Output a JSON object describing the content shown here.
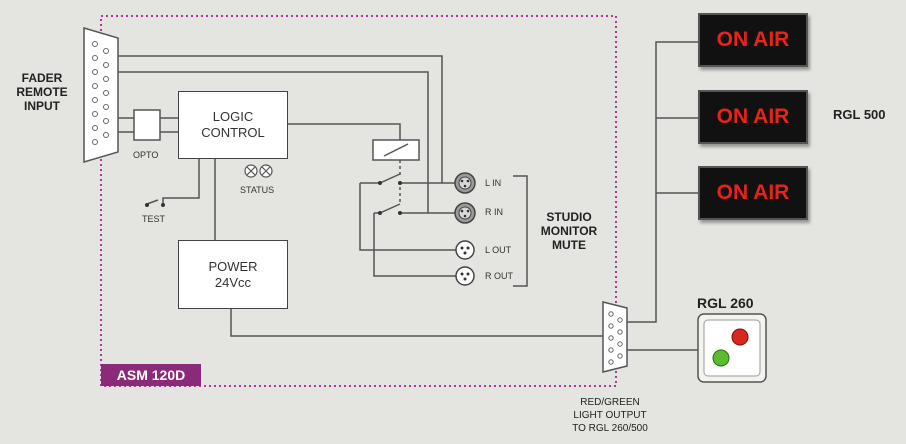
{
  "fader_input": {
    "line1": "FADER",
    "line2": "REMOTE",
    "line3": "INPUT"
  },
  "opto_label": "OPTO",
  "test_label": "TEST",
  "logic_control": {
    "line1": "LOGIC",
    "line2": "CONTROL"
  },
  "status_label": "STATUS",
  "power": {
    "line1": "POWER",
    "line2": "24Vcc"
  },
  "io_labels": {
    "l_in": "L IN",
    "r_in": "R IN",
    "l_out": "L OUT",
    "r_out": "R OUT"
  },
  "studio_mute": {
    "line1": "STUDIO",
    "line2": "MONITOR",
    "line3": "MUTE"
  },
  "asm_label": "ASM 120D",
  "on_air_text": [
    "ON AIR",
    "ON AIR",
    "ON AIR"
  ],
  "rgl500_label": "RGL 500",
  "rgl260_label": "RGL 260",
  "output_caption": {
    "line1": "RED/GREEN",
    "line2": "LIGHT OUTPUT",
    "line3": "TO RGL 260/500"
  },
  "colors": {
    "frame": "#b0379a",
    "asm_tag": "#8b2a78",
    "on_air_text": "#e8231a",
    "led_red": "#d8281e",
    "led_green": "#5bbd2e"
  }
}
